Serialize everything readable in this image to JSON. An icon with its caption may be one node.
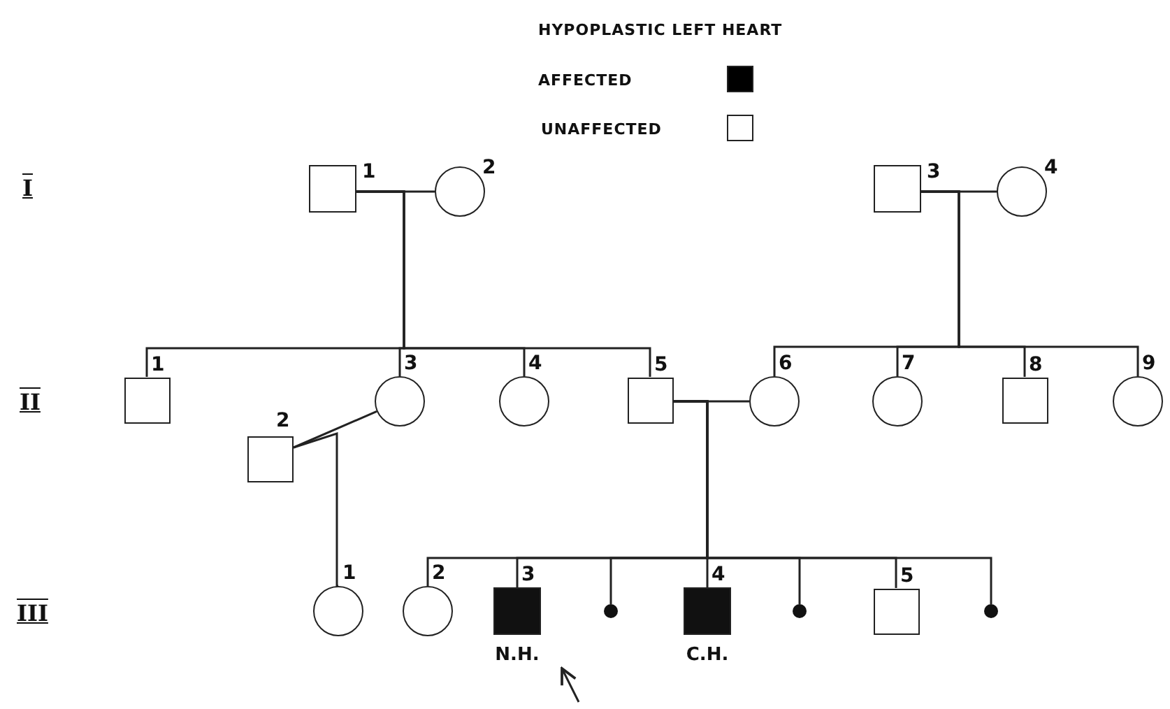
{
  "diagram": {
    "title": "HYPOPLASTIC LEFT HEART",
    "nodes": [
      {
        "text": [],
        "shape": "box",
        "beside": [
          "1"
        ]
      },
      {
        "text": [],
        "shape": "circle",
        "beside": [
          "2"
        ]
      },
      {
        "text": [],
        "shape": "box",
        "beside": [
          "3"
        ]
      },
      {
        "text": [],
        "shape": "circle",
        "beside": [
          "4"
        ]
      },
      {
        "text": [],
        "shape": "box",
        "beside": [
          "1"
        ]
      },
      {
        "text": [],
        "shape": "circle",
        "beside": [
          "3"
        ]
      },
      {
        "text": [],
        "shape": "circle",
        "beside": [
          "4"
        ]
      },
      {
        "text": [],
        "shape": "box",
        "beside": [
          "5"
        ]
      },
      {
        "text": [],
        "shape": "circle",
        "beside": [
          "6"
        ]
      },
      {
        "text": [],
        "shape": "circle",
        "beside": [
          "7"
        ]
      },
      {
        "text": [],
        "shape": "box",
        "beside": [
          "8"
        ]
      },
      {
        "text": [],
        "shape": "circle",
        "beside": [
          "9"
        ]
      },
      {
        "text": [],
        "shape": "box",
        "beside": [
          "2"
        ]
      },
      {
        "text": [],
        "shape": "circle",
        "beside": [
          "1"
        ]
      },
      {
        "text": [],
        "shape": "circle",
        "beside": [
          "2"
        ]
      },
      {
        "text": [],
        "shape": "block",
        "beside": [
          "3",
          "N.H."
        ]
      },
      {
        "text": [],
        "shape": "dot"
      },
      {
        "text": [],
        "shape": "block",
        "beside": [
          "4",
          "C.H."
        ]
      },
      {
        "text": [],
        "shape": "dot"
      },
      {
        "text": [],
        "shape": "box",
        "beside": [
          "5"
        ]
      },
      {
        "text": [],
        "shape": "dot"
      }
    ],
    "edges": [
      {
        "from": 0,
        "to": 1,
        "arrow": "none"
      },
      {
        "from": 2,
        "to": 3,
        "arrow": "none"
      },
      {
        "from": 0,
        "to": 4,
        "arrow": "none"
      },
      {
        "from": 0,
        "to": 5,
        "arrow": "none"
      },
      {
        "from": 0,
        "to": 6,
        "arrow": "none"
      },
      {
        "from": 0,
        "to": 7,
        "arrow": "none"
      },
      {
        "from": 2,
        "to": 8,
        "arrow": "none"
      },
      {
        "from": 2,
        "to": 9,
        "arrow": "none"
      },
      {
        "from": 2,
        "to": 10,
        "arrow": "none"
      },
      {
        "from": 2,
        "to": 11,
        "arrow": "none"
      },
      {
        "from": 12,
        "to": 5,
        "arrow": "none"
      },
      {
        "from": 7,
        "to": 8,
        "arrow": "none"
      },
      {
        "from": 12,
        "to": 13,
        "arrow": "none"
      },
      {
        "from": 7,
        "to": 14,
        "arrow": "none"
      },
      {
        "from": 7,
        "to": 15,
        "arrow": "none"
      },
      {
        "from": 7,
        "to": 16,
        "arrow": "none"
      },
      {
        "from": 7,
        "to": 17,
        "arrow": "none"
      },
      {
        "from": 7,
        "to": 18,
        "arrow": "none"
      },
      {
        "from": 7,
        "to": 19,
        "arrow": "none"
      },
      {
        "from": 7,
        "to": 20,
        "arrow": "none"
      },
      {
        "from": null,
        "to": 15,
        "arrow": "to"
      }
    ],
    "labels": [
      "I",
      "II",
      "III"
    ],
    "legend": [
      {
        "text": "AFFECTED",
        "color": "#000000"
      },
      {
        "text": "UNAFFECTED",
        "color": "#ffffff"
      }
    ]
  }
}
